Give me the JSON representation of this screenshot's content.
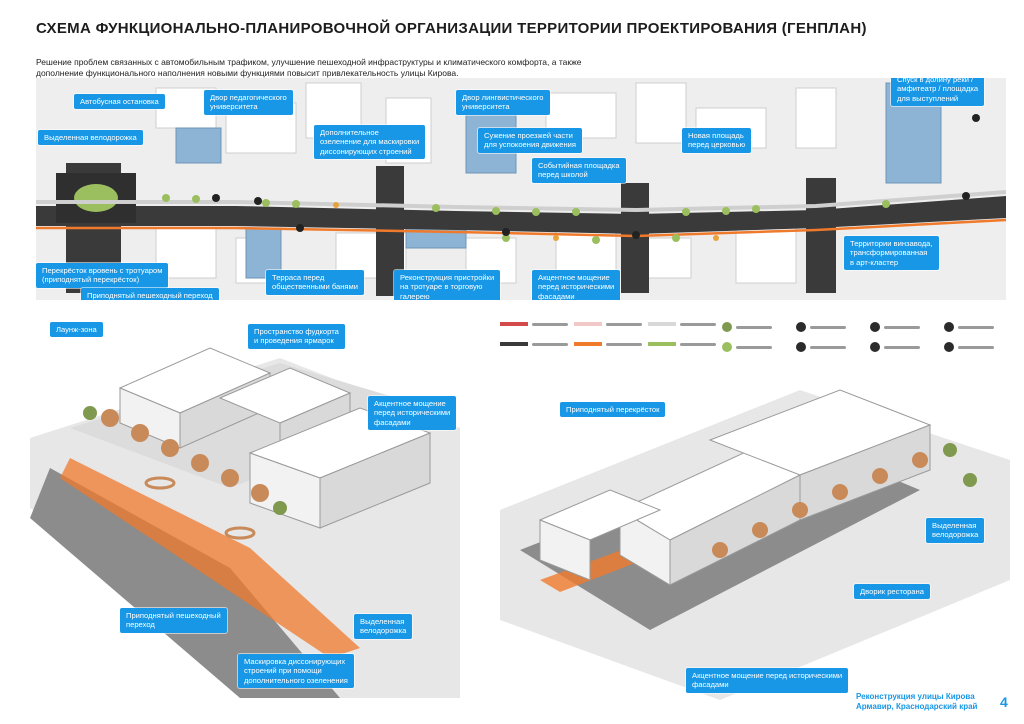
{
  "title": "СХЕМА ФУНКЦИОНАЛЬНО-ПЛАНИРОВОЧНОЙ ОРГАНИЗАЦИИ ТЕРРИТОРИИ ПРОЕКТИРОВАНИЯ (ГЕНПЛАН)",
  "intro": "Решение проблем связанных с автомобильным трафиком, улучшение пешеходной инфраструктуры и климатического комфорта, а также дополнение функционального наполнения новыми функциями повысит привлекательность улицы Кирова.",
  "colors": {
    "accent": "#1797e5",
    "road": "#3a3a3a",
    "green": "#9bbf5e",
    "orange": "#f07a2c",
    "square": "#7fa6c9"
  },
  "plan_labels": {
    "bus_stop": "Автобусная остановка",
    "ped_univ": "Двор педагогического\nуниверситета",
    "bike_lane": "Выделенная велодорожка",
    "greening": "Дополнительное\nозеленение для маскировки\nдиссонирующих строений",
    "ling_univ": "Двор лингвистического\nуниверситета",
    "narrowing": "Сужение проезжей части\nдля успокоения движения",
    "event_square": "Событийная площадка\nперед школой",
    "new_square": "Новая площадь\nперед церковью",
    "river_descent": "Спуск в долину реки /\nамфитеатр / площадка\nдля выступлений",
    "crossing": "Перекрёсток вровень с тротуаром\n(приподнятый перекрёсток)",
    "raised_crossing": "Приподнятый пешеходный переход",
    "terrace": "Терраса перед\nобщественными банями",
    "extension": "Реконструкция пристройки\nна тротуаре в торговую\nгалерею",
    "accent_paving": "Акцентное мощение\nперед историческими\nфасадами",
    "winery": "Территории винзавода,\nтрансформированная\nв арт-кластер"
  },
  "iso_left_labels": {
    "lounge": "Лаунж-зона",
    "foodcourt": "Пространство фудкорта\nи проведения ярмарок",
    "accent_paving": "Акцентное мощение\nперед историческими\nфасадами",
    "raised_crossing": "Приподнятый пешеходный\nпереход",
    "bike_lane": "Выделенная\nвелодорожка",
    "masking": "Маскировка диссонирующих\nстроений при помощи\nдополнительного озеленения"
  },
  "iso_right_labels": {
    "raised_intersection": "Приподнятый перекрёсток",
    "bike_lane": "Выделенная\nвелодорожка",
    "restaurant": "Дворик ресторана",
    "accent_paving": "Акцентное мощение перед историческими\nфасадами"
  },
  "footer": {
    "line1": "Реконструкция улицы Кирова",
    "line2": "Армавир, Краснодарский край",
    "page": "4"
  }
}
